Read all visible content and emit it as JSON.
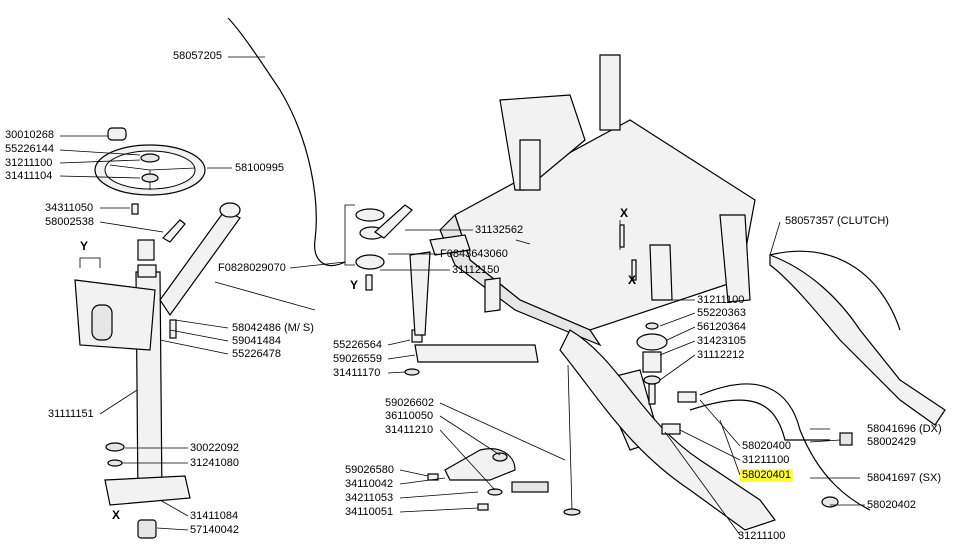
{
  "markers": {
    "x": "X",
    "y": "Y"
  },
  "parts": {
    "p58057205": "58057205",
    "p30010268": "30010268",
    "p55226144": "55226144",
    "p31211100_a": "31211100",
    "p31411104": "31411104",
    "p58100995": "58100995",
    "p34311050": "34311050",
    "p58002538": "58002538",
    "p31132562": "31132562",
    "pF0843643060": "F0843643060",
    "pF0828029070": "F0828029070",
    "p31112150": "31112150",
    "p58057357": "58057357 (CLUTCH)",
    "p58042486": "58042486 (M/ S)",
    "p59041484": "59041484",
    "p55226478": "55226478",
    "p31211100_b": "31211100",
    "p55220363": "55220363",
    "p56120364": "56120364",
    "p31423105": "31423105",
    "p31112212": "31112212",
    "p55226564": "55226564",
    "p59026559": "59026559",
    "p31411170": "31411170",
    "p31111151": "31111151",
    "p59026602": "59026602",
    "p36110050": "36110050",
    "p31411210": "31411210",
    "p58041696": "58041696 (DX)",
    "p58002429": "58002429",
    "p58020400": "58020400",
    "p31211100_c": "31211100",
    "p58020401": "58020401",
    "p58041697": "58041697 (SX)",
    "p58020402": "58020402",
    "p30022092": "30022092",
    "p31241080": "31241080",
    "p59026580": "59026580",
    "p34110042": "34110042",
    "p34211053": "34211053",
    "p34110051": "34110051",
    "p31411084": "31411084",
    "p57140042": "57140042",
    "p31211100_d": "31211100"
  },
  "highlight_color": "#ffff33"
}
